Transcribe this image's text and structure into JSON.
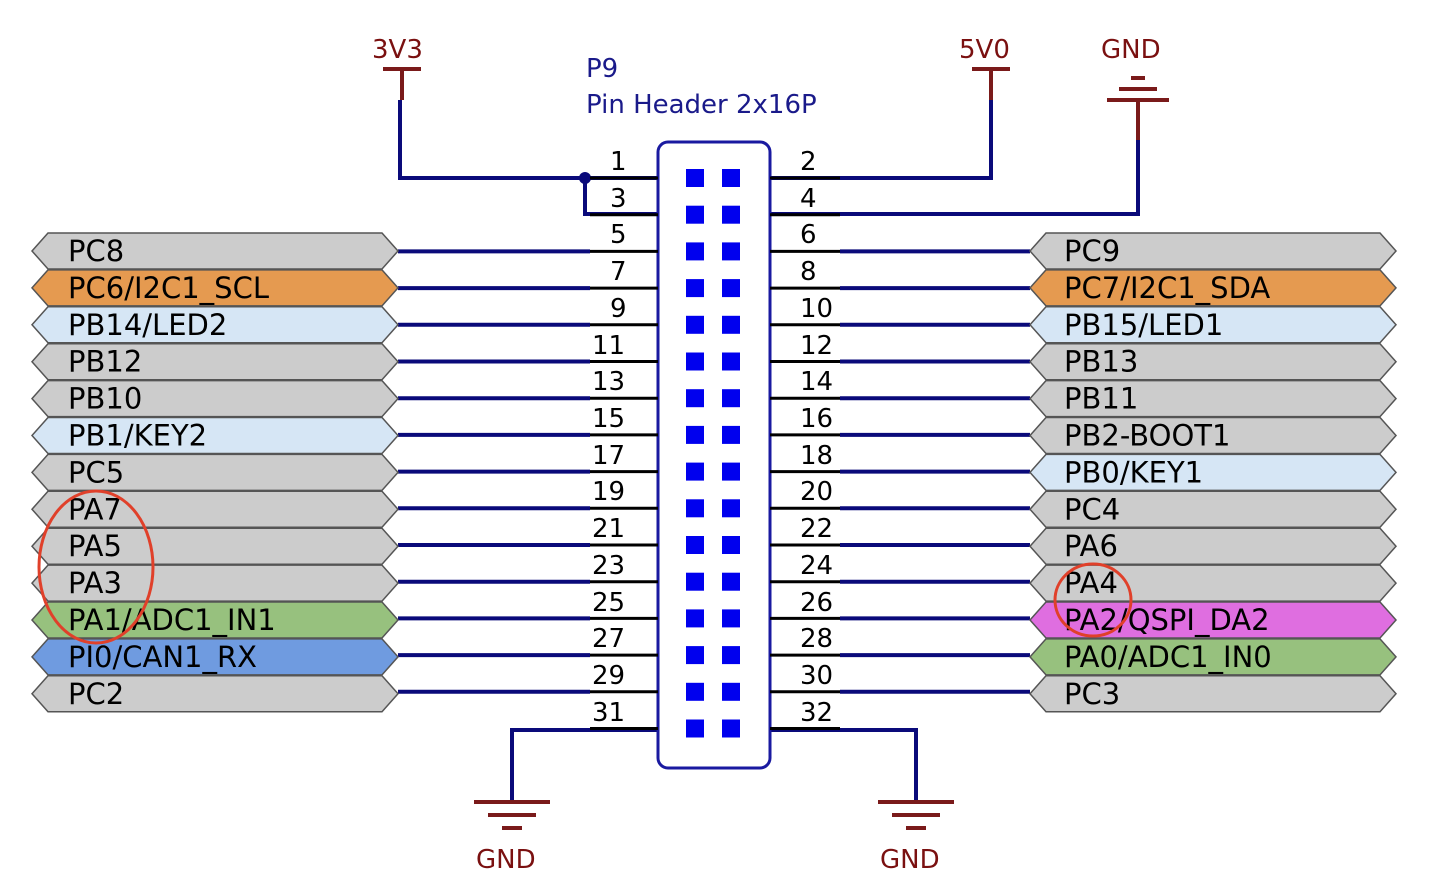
{
  "header": {
    "designator": "P9",
    "description": "Pin Header 2x16P"
  },
  "power": {
    "v33": "3V3",
    "v50": "5V0",
    "gnd_top": "GND",
    "gnd_left": "GND",
    "gnd_right": "GND"
  },
  "pins": {
    "p1": "1",
    "p2": "2",
    "p3": "3",
    "p4": "4",
    "p5": "5",
    "p6": "6",
    "p7": "7",
    "p8": "8",
    "p9": "9",
    "p10": "10",
    "p11": "11",
    "p12": "12",
    "p13": "13",
    "p14": "14",
    "p15": "15",
    "p16": "16",
    "p17": "17",
    "p18": "18",
    "p19": "19",
    "p20": "20",
    "p21": "21",
    "p22": "22",
    "p23": "23",
    "p24": "24",
    "p25": "25",
    "p26": "26",
    "p27": "27",
    "p28": "28",
    "p29": "29",
    "p30": "30",
    "p31": "31",
    "p32": "32"
  },
  "left_ports": [
    {
      "label": "PC8",
      "color": "#cccccc"
    },
    {
      "label": "PC6/I2C1_SCL",
      "color": "#e59a50"
    },
    {
      "label": "PB14/LED2",
      "color": "#d6e6f5"
    },
    {
      "label": "PB12",
      "color": "#cccccc"
    },
    {
      "label": "PB10",
      "color": "#cccccc"
    },
    {
      "label": "PB1/KEY2",
      "color": "#d6e6f5"
    },
    {
      "label": "PC5",
      "color": "#cccccc"
    },
    {
      "label": "PA7",
      "color": "#cccccc"
    },
    {
      "label": "PA5",
      "color": "#cccccc"
    },
    {
      "label": "PA3",
      "color": "#cccccc"
    },
    {
      "label": "PA1/ADC1_IN1",
      "color": "#97c17e"
    },
    {
      "label": "PI0/CAN1_RX",
      "color": "#6f9be0"
    },
    {
      "label": "PC2",
      "color": "#cccccc"
    }
  ],
  "right_ports": [
    {
      "label": "PC9",
      "color": "#cccccc"
    },
    {
      "label": "PC7/I2C1_SDA",
      "color": "#e59a50"
    },
    {
      "label": "PB15/LED1",
      "color": "#d6e6f5"
    },
    {
      "label": "PB13",
      "color": "#cccccc"
    },
    {
      "label": "PB11",
      "color": "#cccccc"
    },
    {
      "label": "PB2-BOOT1",
      "color": "#cccccc"
    },
    {
      "label": "PB0/KEY1",
      "color": "#d6e6f5"
    },
    {
      "label": "PC4",
      "color": "#cccccc"
    },
    {
      "label": "PA6",
      "color": "#cccccc"
    },
    {
      "label": "PA4",
      "color": "#cccccc"
    },
    {
      "label": "PA2/QSPI_DA2",
      "color": "#df6ee0"
    },
    {
      "label": "PA0/ADC1_IN0",
      "color": "#97c17e"
    },
    {
      "label": "PC3",
      "color": "#cccccc"
    }
  ],
  "colors": {
    "wire": "#0a0a7a",
    "power_symbol": "#7a1a1a",
    "pin_square": "#0000ee",
    "header_outline": "#1a1aa0",
    "annotation_circle": "#e0402a"
  }
}
